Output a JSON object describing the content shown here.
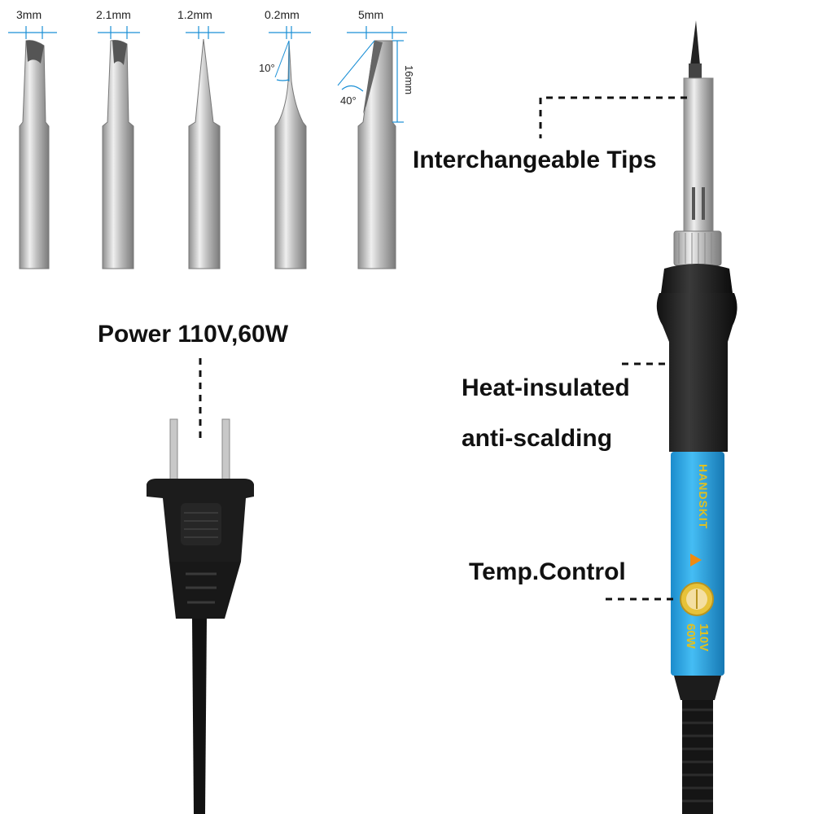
{
  "tips": {
    "sizes": [
      "3mm",
      "2.1mm",
      "1.2mm",
      "0.2mm",
      "5mm"
    ],
    "angle_small": "10°",
    "angle_large": "40°",
    "length": "16mm"
  },
  "callouts": {
    "interchangeable_tips": "Interchangeable Tips",
    "power": "Power 110V,60W",
    "heat_line1": "Heat-insulated",
    "heat_line2": "anti-scalding",
    "temp_control": "Temp.Control"
  },
  "iron": {
    "brand": "HANDSKIT",
    "voltage": "110V",
    "wattage": "60W"
  },
  "colors": {
    "handle_blue": "#2ba8e8",
    "grip_black": "#1e1e1e",
    "tip_silver": "#c4c4c4",
    "dimension_line": "#1a8fd6"
  }
}
